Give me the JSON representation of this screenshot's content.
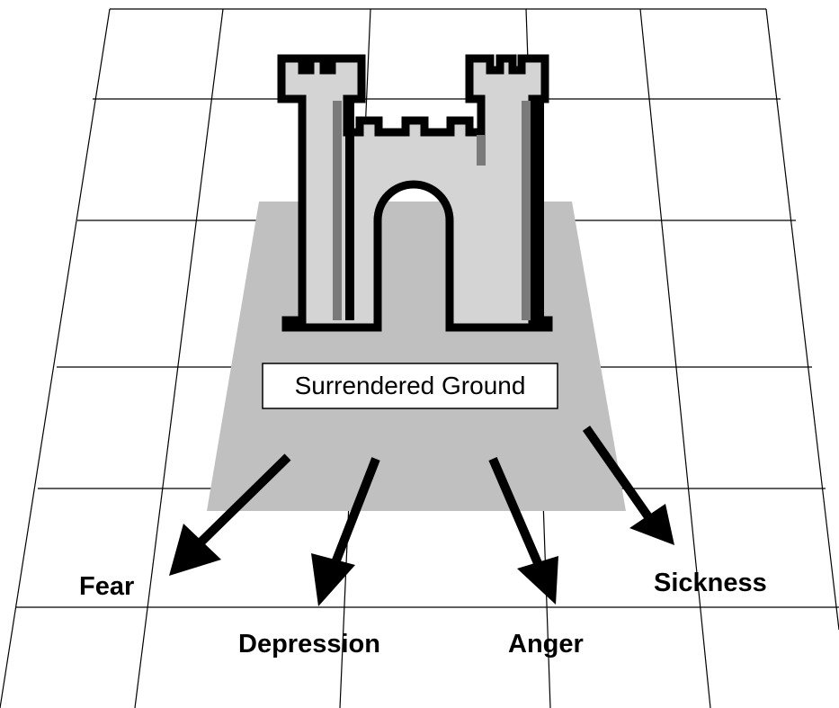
{
  "diagram": {
    "center_label": "Surrendered Ground",
    "outcomes": [
      {
        "id": "fear",
        "label": "Fear"
      },
      {
        "id": "depression",
        "label": "Depression"
      },
      {
        "id": "anger",
        "label": "Anger"
      },
      {
        "id": "sickness",
        "label": "Sickness"
      }
    ],
    "colors": {
      "ground": "#c0c0c0",
      "castle_fill": "#d4d4d4",
      "castle_shade": "#7a7a7a",
      "outline": "#000000",
      "background": "#ffffff"
    },
    "icons": [
      "castle-icon"
    ]
  }
}
